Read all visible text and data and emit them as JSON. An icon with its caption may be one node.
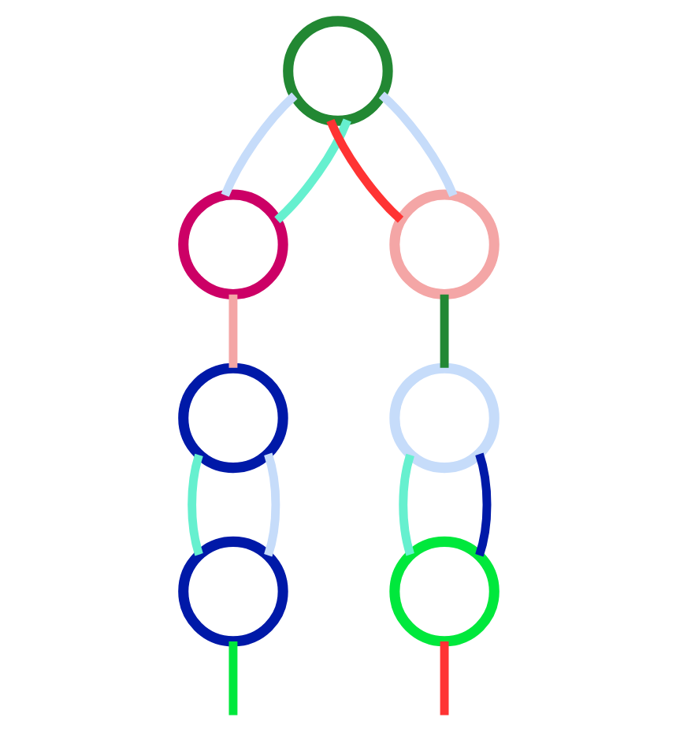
{
  "diagram": {
    "nodes": [
      {
        "text": [],
        "shape": "circle"
      },
      {
        "text": [],
        "shape": "circle"
      },
      {
        "text": [],
        "shape": "circle"
      },
      {
        "text": [],
        "shape": "circle"
      },
      {
        "text": [],
        "shape": "circle"
      },
      {
        "text": [],
        "shape": "circle"
      },
      {
        "text": [],
        "shape": "circle"
      }
    ],
    "edges": [
      {
        "from": 0,
        "to": 2,
        "arrow": "none",
        "color": "#ff3333"
      },
      {
        "from": 0,
        "to": 1,
        "arrow": "none",
        "color": "#c6dcfa"
      },
      {
        "from": 0,
        "to": 1,
        "arrow": "none",
        "color": "#66f0cf"
      },
      {
        "from": 0,
        "to": 2,
        "arrow": "none",
        "color": "#c6dcfa"
      },
      {
        "from": 1,
        "to": 3,
        "arrow": "none",
        "color": "#f4a6a6"
      },
      {
        "from": 2,
        "to": 4,
        "arrow": "none",
        "color": "#228833"
      },
      {
        "from": 3,
        "to": 5,
        "arrow": "none",
        "color": "#66f0cf"
      },
      {
        "from": 3,
        "to": 5,
        "arrow": "none",
        "color": "#c6dcfa"
      },
      {
        "from": 4,
        "to": 6,
        "arrow": "none",
        "color": "#66f0cf"
      },
      {
        "from": 4,
        "to": 6,
        "arrow": "none",
        "color": "#0019a8"
      },
      {
        "from": 5,
        "to": null,
        "arrow": "none",
        "color": "#00e83c"
      },
      {
        "from": 6,
        "to": null,
        "arrow": "none",
        "color": "#ff3333"
      }
    ]
  }
}
